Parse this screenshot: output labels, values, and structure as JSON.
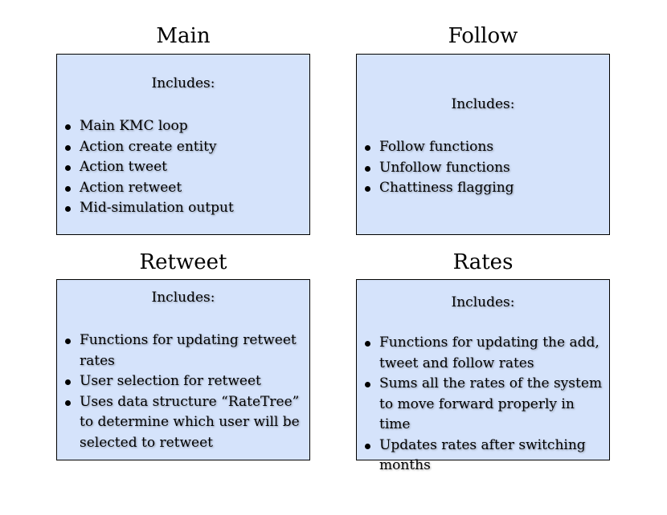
{
  "panels": {
    "main": {
      "title": "Main",
      "includes": "Includes:",
      "items": [
        "Main KMC loop",
        "Action create entity",
        "Action tweet",
        "Action retweet",
        "Mid-simulation output"
      ]
    },
    "follow": {
      "title": "Follow",
      "includes": "Includes:",
      "items": [
        "Follow functions",
        "Unfollow functions",
        "Chattiness flagging"
      ]
    },
    "retweet": {
      "title": "Retweet",
      "includes": "Includes:",
      "items": [
        "Functions for updating retweet rates",
        "User selection for retweet",
        "Uses data structure “RateTree” to determine which user will be selected to retweet"
      ]
    },
    "rates": {
      "title": "Rates",
      "includes": "Includes:",
      "items": [
        "Functions for updating the add, tweet and follow rates",
        "Sums all the rates of the system to move forward properly in time",
        "Updates rates after switching months"
      ]
    }
  },
  "colors": {
    "box_fill": "#d5e3fb",
    "border": "#000000",
    "text": "#000000"
  }
}
